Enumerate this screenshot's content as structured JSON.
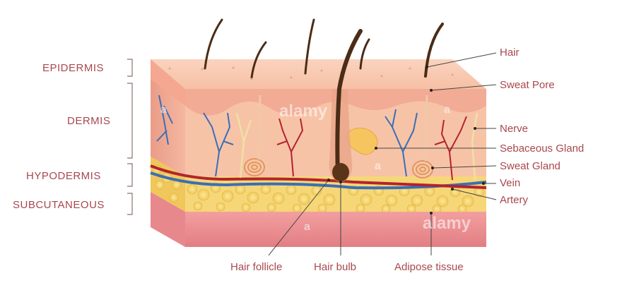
{
  "layers": [
    {
      "label": "EPIDERMIS"
    },
    {
      "label": "DERMIS"
    },
    {
      "label": "HYPODERMIS"
    },
    {
      "label": "SUBCUTANEOUS"
    }
  ],
  "callouts": {
    "hair": "Hair",
    "sweat_pore": "Sweat Pore",
    "nerve": "Nerve",
    "sebaceous_gland": "Sebaceous Gland",
    "sweat_gland": "Sweat Gland",
    "vein": "Vein",
    "artery": "Artery",
    "hair_follicle": "Hair follicle",
    "hair_bulb": "Hair bulb",
    "adipose_tissue": "Adipose tissue"
  },
  "watermarks": [
    "alamy",
    "alamy",
    "a",
    "a",
    "a",
    "a"
  ],
  "colors": {
    "label": "#a8484e",
    "epidermis": "#f4b49a",
    "dermis": "#f7c2a6",
    "fat": "#f3d36a",
    "subcutaneous": "#e98f92",
    "vein": "#3a6fb5",
    "artery": "#b3242d",
    "hair": "#4b2c16"
  }
}
